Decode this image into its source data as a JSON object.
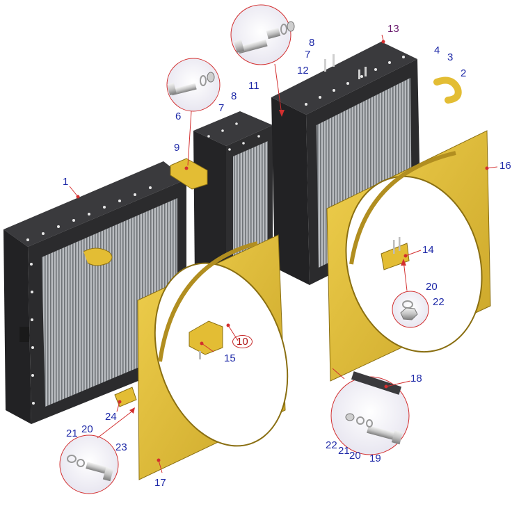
{
  "callouts": {
    "c1": "1",
    "c2": "2",
    "c3": "3",
    "c4": "4",
    "c6": "6",
    "c7a": "7",
    "c7b": "7",
    "c8a": "8",
    "c8b": "8",
    "c9": "9",
    "c10": "10",
    "c11": "11",
    "c12": "12",
    "c13": "13",
    "c14": "14",
    "c15": "15",
    "c16": "16",
    "c17": "17",
    "c18": "18",
    "c19": "19",
    "c20a": "20",
    "c20b": "20",
    "c20c": "20",
    "c21a": "21",
    "c21b": "21",
    "c22a": "22",
    "c22b": "22",
    "c23": "23",
    "c24": "24"
  },
  "colors": {
    "core_dark": "#2b2b2d",
    "fin_gray": "#9a9ea3",
    "shroud_yellow": "#e5c33c",
    "shroud_edge": "#8a6f12",
    "leader_red": "#d32f2f",
    "label_blue": "#1f2aa8"
  }
}
